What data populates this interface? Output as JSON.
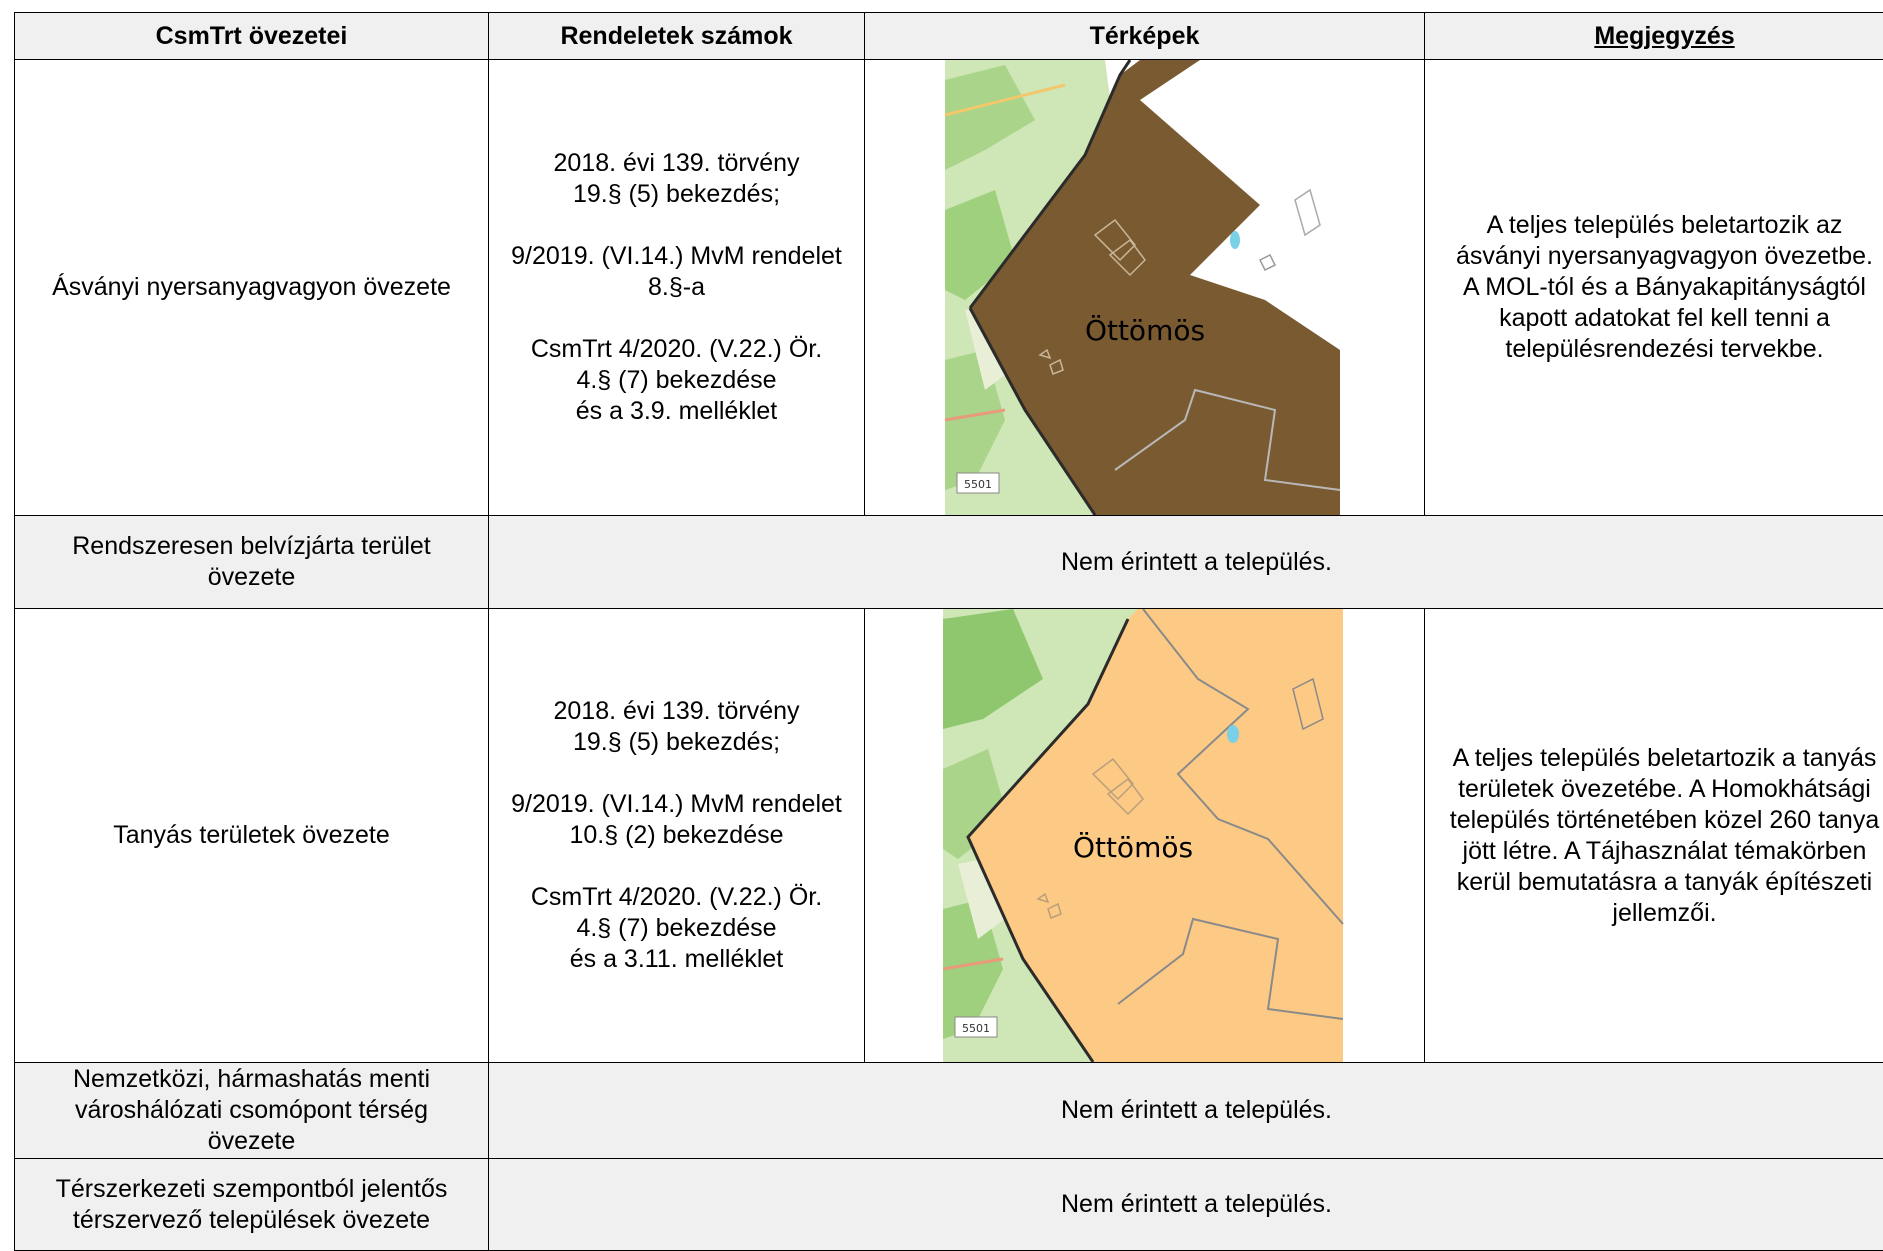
{
  "header": {
    "col1": "CsmTrt övezetei",
    "col2": "Rendeletek számok",
    "col3": "Térképek",
    "col4": "Megjegyzés"
  },
  "rows": [
    {
      "zone": "Ásványi nyersanyagvagyon övezete",
      "decree_lines": [
        "2018. évi 139. törvény",
        "19.§ (5) bekezdés;",
        "",
        "9/2019. (VI.14.) MvM rendelet",
        "8.§-a",
        "",
        "CsmTrt 4/2020. (V.22.) Ör.",
        "4.§ (7) bekezdése",
        "és a 3.9. melléklet"
      ],
      "map_label": "Öttömös",
      "road_label": "5501",
      "fill_color": "#7a5a30",
      "note_lines": [
        "A teljes település beletartozik az",
        "ásványi nyersanyagvagyon övezetbe.",
        "A MOL-tól és a Bányakapitányságtól",
        "kapott adatokat fel kell tenni a",
        "településrendezési tervekbe."
      ]
    },
    {
      "zone_lines": [
        "Rendszeresen belvízjárta terület",
        "övezete"
      ],
      "text": "Nem érintett a település."
    },
    {
      "zone": "Tanyás területek övezete",
      "decree_lines": [
        "2018. évi 139. törvény",
        "19.§ (5) bekezdés;",
        "",
        "9/2019. (VI.14.) MvM rendelet",
        "10.§ (2) bekezdése",
        "",
        "CsmTrt 4/2020. (V.22.) Ör.",
        "4.§ (7) bekezdése",
        "és a 3.11. melléklet"
      ],
      "map_label": "Öttömös",
      "road_label": "5501",
      "fill_color": "#fdca86",
      "note_lines": [
        "A teljes település beletartozik a tanyás",
        "területek övezetébe. A Homokhátsági",
        "település történetében közel 260 tanya",
        "jött létre. A Tájhasználat témakörben",
        "kerül bemutatásra a tanyák építészeti",
        "jellemzői."
      ]
    },
    {
      "zone_lines": [
        "Nemzetközi, hármashatás menti",
        "városhálózati csomópont térség",
        "övezete"
      ],
      "text": "Nem érintett a település."
    },
    {
      "zone_lines": [
        "Térszerkezeti szempontból jelentős",
        "térszervező települések övezete"
      ],
      "text": "Nem érintett a település."
    }
  ]
}
